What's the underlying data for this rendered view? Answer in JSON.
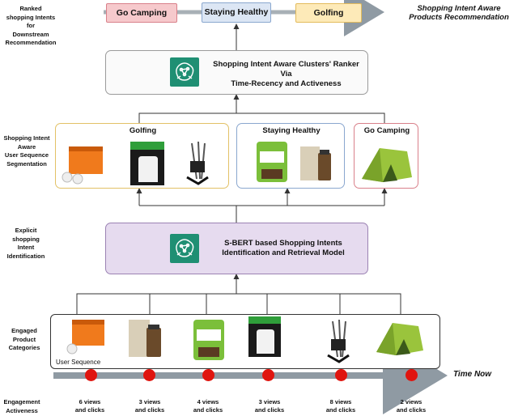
{
  "labels": {
    "ranked": [
      "Ranked",
      "shopping Intents",
      "for",
      "Downstream",
      "Recommendation"
    ],
    "segmentation": [
      "Shopping Intent",
      "Aware",
      "User Sequence",
      "Segmentation"
    ],
    "explicit": [
      "Explicit",
      "shopping",
      "Intent",
      "Identification"
    ],
    "engaged": [
      "Engaged",
      "Product",
      "Categories"
    ],
    "engagement": [
      "Engagement",
      "Activeness"
    ]
  },
  "top_chips": [
    {
      "label": "Go Camping",
      "color": "#f6c9cc",
      "border": "#d9808a"
    },
    {
      "label": "Staying Healthy",
      "color": "#dce6f4",
      "border": "#8aa7cf"
    },
    {
      "label": "Golfing",
      "color": "#fdeab8",
      "border": "#e3bb5c"
    }
  ],
  "top_right_title": [
    "Shopping Intent Aware",
    "Products Recommendation"
  ],
  "ranker_box": {
    "lines": [
      "Shopping Intent Aware Clusters' Ranker",
      "Via",
      "Time-Recency and Activeness"
    ],
    "border": "#9a9a9a"
  },
  "sbert_box": {
    "lines": [
      "S-BERT based Shopping Intents",
      "Identification and Retrieval Model"
    ],
    "fill": "#e6dbef",
    "border": "#9b82b3"
  },
  "clusters": [
    {
      "title": "Golfing",
      "border": "#e2c166",
      "products": [
        "golf-balls-icon",
        "golf-glove-icon",
        "golf-clubs-icon"
      ]
    },
    {
      "title": "Staying Healthy",
      "border": "#8aa7cf",
      "products": [
        "protein-powder-icon",
        "supplement-bottle-icon"
      ]
    },
    {
      "title": "Go Camping",
      "border": "#d9808a",
      "products": [
        "tent-icon"
      ]
    }
  ],
  "user_sequence_label": "User Sequence",
  "timeline_label": "Time Now",
  "sequence_products": [
    "golf-balls-icon",
    "supplement-bottle-icon",
    "protein-powder-icon",
    "golf-glove-icon",
    "golf-clubs-icon",
    "tent-icon"
  ],
  "engagement": [
    [
      "6 views",
      "and clicks"
    ],
    [
      "3 views",
      "and clicks"
    ],
    [
      "4 views",
      "and clicks"
    ],
    [
      "3 views",
      "and clicks"
    ],
    [
      "8 views",
      "and clicks"
    ],
    [
      "2 views",
      "and clicks"
    ]
  ],
  "colors": {
    "timeline": "#8f9aa3",
    "dot": "#e0150f",
    "logo": "#1f8f73",
    "arrow": "#333333"
  }
}
